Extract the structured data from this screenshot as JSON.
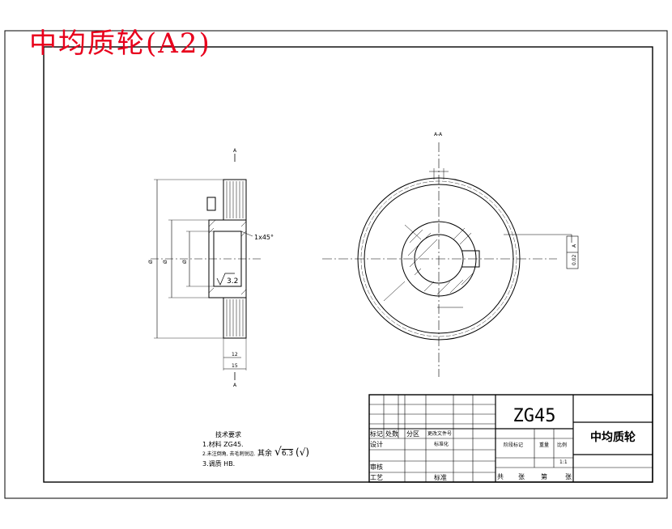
{
  "header": {
    "title": "中均质轮(A2)"
  },
  "title_block": {
    "material": "ZG45",
    "part_name": "中均质轮",
    "row_labels": [
      "标记",
      "处数",
      "分区",
      "更改文件号"
    ],
    "design": "设计",
    "standardization": "标准化",
    "review": "审核",
    "process": "工艺",
    "approve": "标准",
    "stage_mark": "阶段标记",
    "weight": "重量",
    "scale": "比例",
    "scale_value": "1:1",
    "sheet_total": "共",
    "sheet_unit": "张",
    "sheet_no": "第",
    "sheet_unit2": "张"
  },
  "notes": {
    "heading": "技术要求",
    "lines": [
      "1.材料 ZG45.",
      "2.未注倒角, 去毛刺锐边.",
      "3.调质 HB."
    ]
  },
  "roughness": {
    "prefix": "其余",
    "value": "6.3"
  },
  "left_view": {
    "section_mark": "A",
    "chamfer": "1x45°",
    "surface": "3.2",
    "width_inner": "12",
    "width_outer": "15",
    "dia_outer": "Ø",
    "dia_mid": "Ø",
    "dia_bore": "Ø"
  },
  "right_view": {
    "section_label": "A-A",
    "tolerance": "0.02",
    "datum": "A"
  }
}
